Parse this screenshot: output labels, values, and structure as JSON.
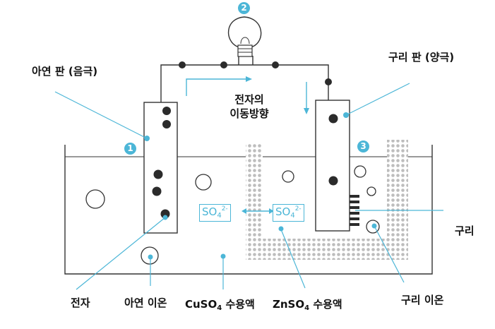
{
  "labels": {
    "zinc_plate": "아연 판 (음극)",
    "copper_plate": "구리 판 (양극)",
    "electron_flow_line1": "전자의",
    "electron_flow_line2": "이동방향",
    "copper": "구리",
    "electron": "전자",
    "zinc_ion": "아연 이온",
    "cuso4_main": "CuSO",
    "cuso4_sub": "4",
    "cuso4_rest": " 수용액",
    "znso4_main": "ZnSO",
    "znso4_sub": "4",
    "znso4_rest": " 수용액",
    "copper_ion": "구리 이온"
  },
  "ions": {
    "left_main": "SO",
    "left_sub": "4",
    "left_sup": "2-",
    "right_main": "SO",
    "right_sub": "4",
    "right_sup": "2-"
  },
  "markers": {
    "m1": "1",
    "m2": "2",
    "m3": "3"
  },
  "colors": {
    "accent": "#4cb6d7",
    "line": "#333333",
    "dot": "#2b2b2b",
    "porous": "#bdbdbd"
  }
}
